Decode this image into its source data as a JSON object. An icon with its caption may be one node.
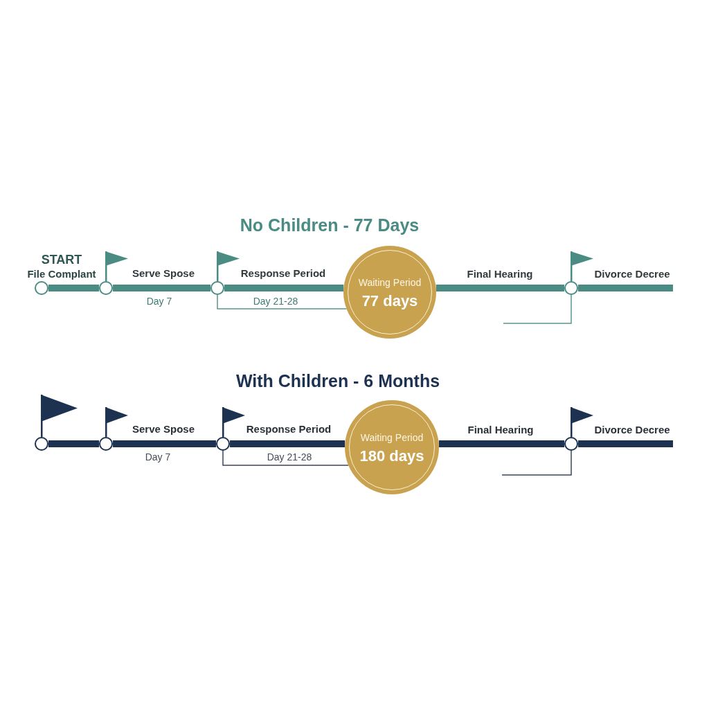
{
  "diagram": {
    "nodes": [
      {
        "text": [],
        "shape": "circle"
      },
      {
        "text": [],
        "shape": "circle"
      },
      {
        "text": [],
        "shape": "circle"
      },
      {
        "text": [
          "Waiting Period",
          "77 days"
        ]
      },
      {
        "text": [],
        "shape": "circle"
      },
      {
        "text": [],
        "shape": "circle"
      },
      {
        "text": [],
        "shape": "circle"
      },
      {
        "text": [],
        "shape": "circle"
      },
      {
        "text": [
          "Waiting Period",
          "180 days"
        ]
      },
      {
        "text": [],
        "shape": "circle"
      }
    ],
    "edges": [
      {
        "from": 0,
        "to": 1,
        "arrow": "none",
        "color": "#4a8c83"
      },
      {
        "from": 1,
        "to": 2,
        "arrow": "none",
        "color": "#4a8c83"
      },
      {
        "from": 2,
        "to": 3,
        "arrow": "none",
        "color": "#4a8c83"
      },
      {
        "from": 3,
        "to": 4,
        "arrow": "none",
        "color": "#4a8c83"
      },
      {
        "from": 4,
        "to": null,
        "arrow": "none",
        "color": "#4a8c83"
      },
      {
        "from": 5,
        "to": 6,
        "arrow": "none",
        "color": "#1d3150"
      },
      {
        "from": 6,
        "to": 7,
        "arrow": "none",
        "color": "#1d3150"
      },
      {
        "from": 7,
        "to": 8,
        "arrow": "none",
        "color": "#1d3150"
      },
      {
        "from": 8,
        "to": 9,
        "arrow": "none",
        "color": "#1d3150"
      },
      {
        "from": 9,
        "to": null,
        "arrow": "none",
        "color": "#1d3150"
      }
    ],
    "labels": [
      "No Children - 77 Days",
      "START",
      "File Complant",
      "Serve Spose",
      "Response Period",
      "Final Hearing",
      "Divorce Decree",
      "Day 7",
      "Day 21-28",
      "With Children - 6 Months",
      "Serve Spose",
      "Response Period",
      "Final Hearing",
      "Divorce Decree",
      "Day 7",
      "Day 21-28"
    ]
  }
}
